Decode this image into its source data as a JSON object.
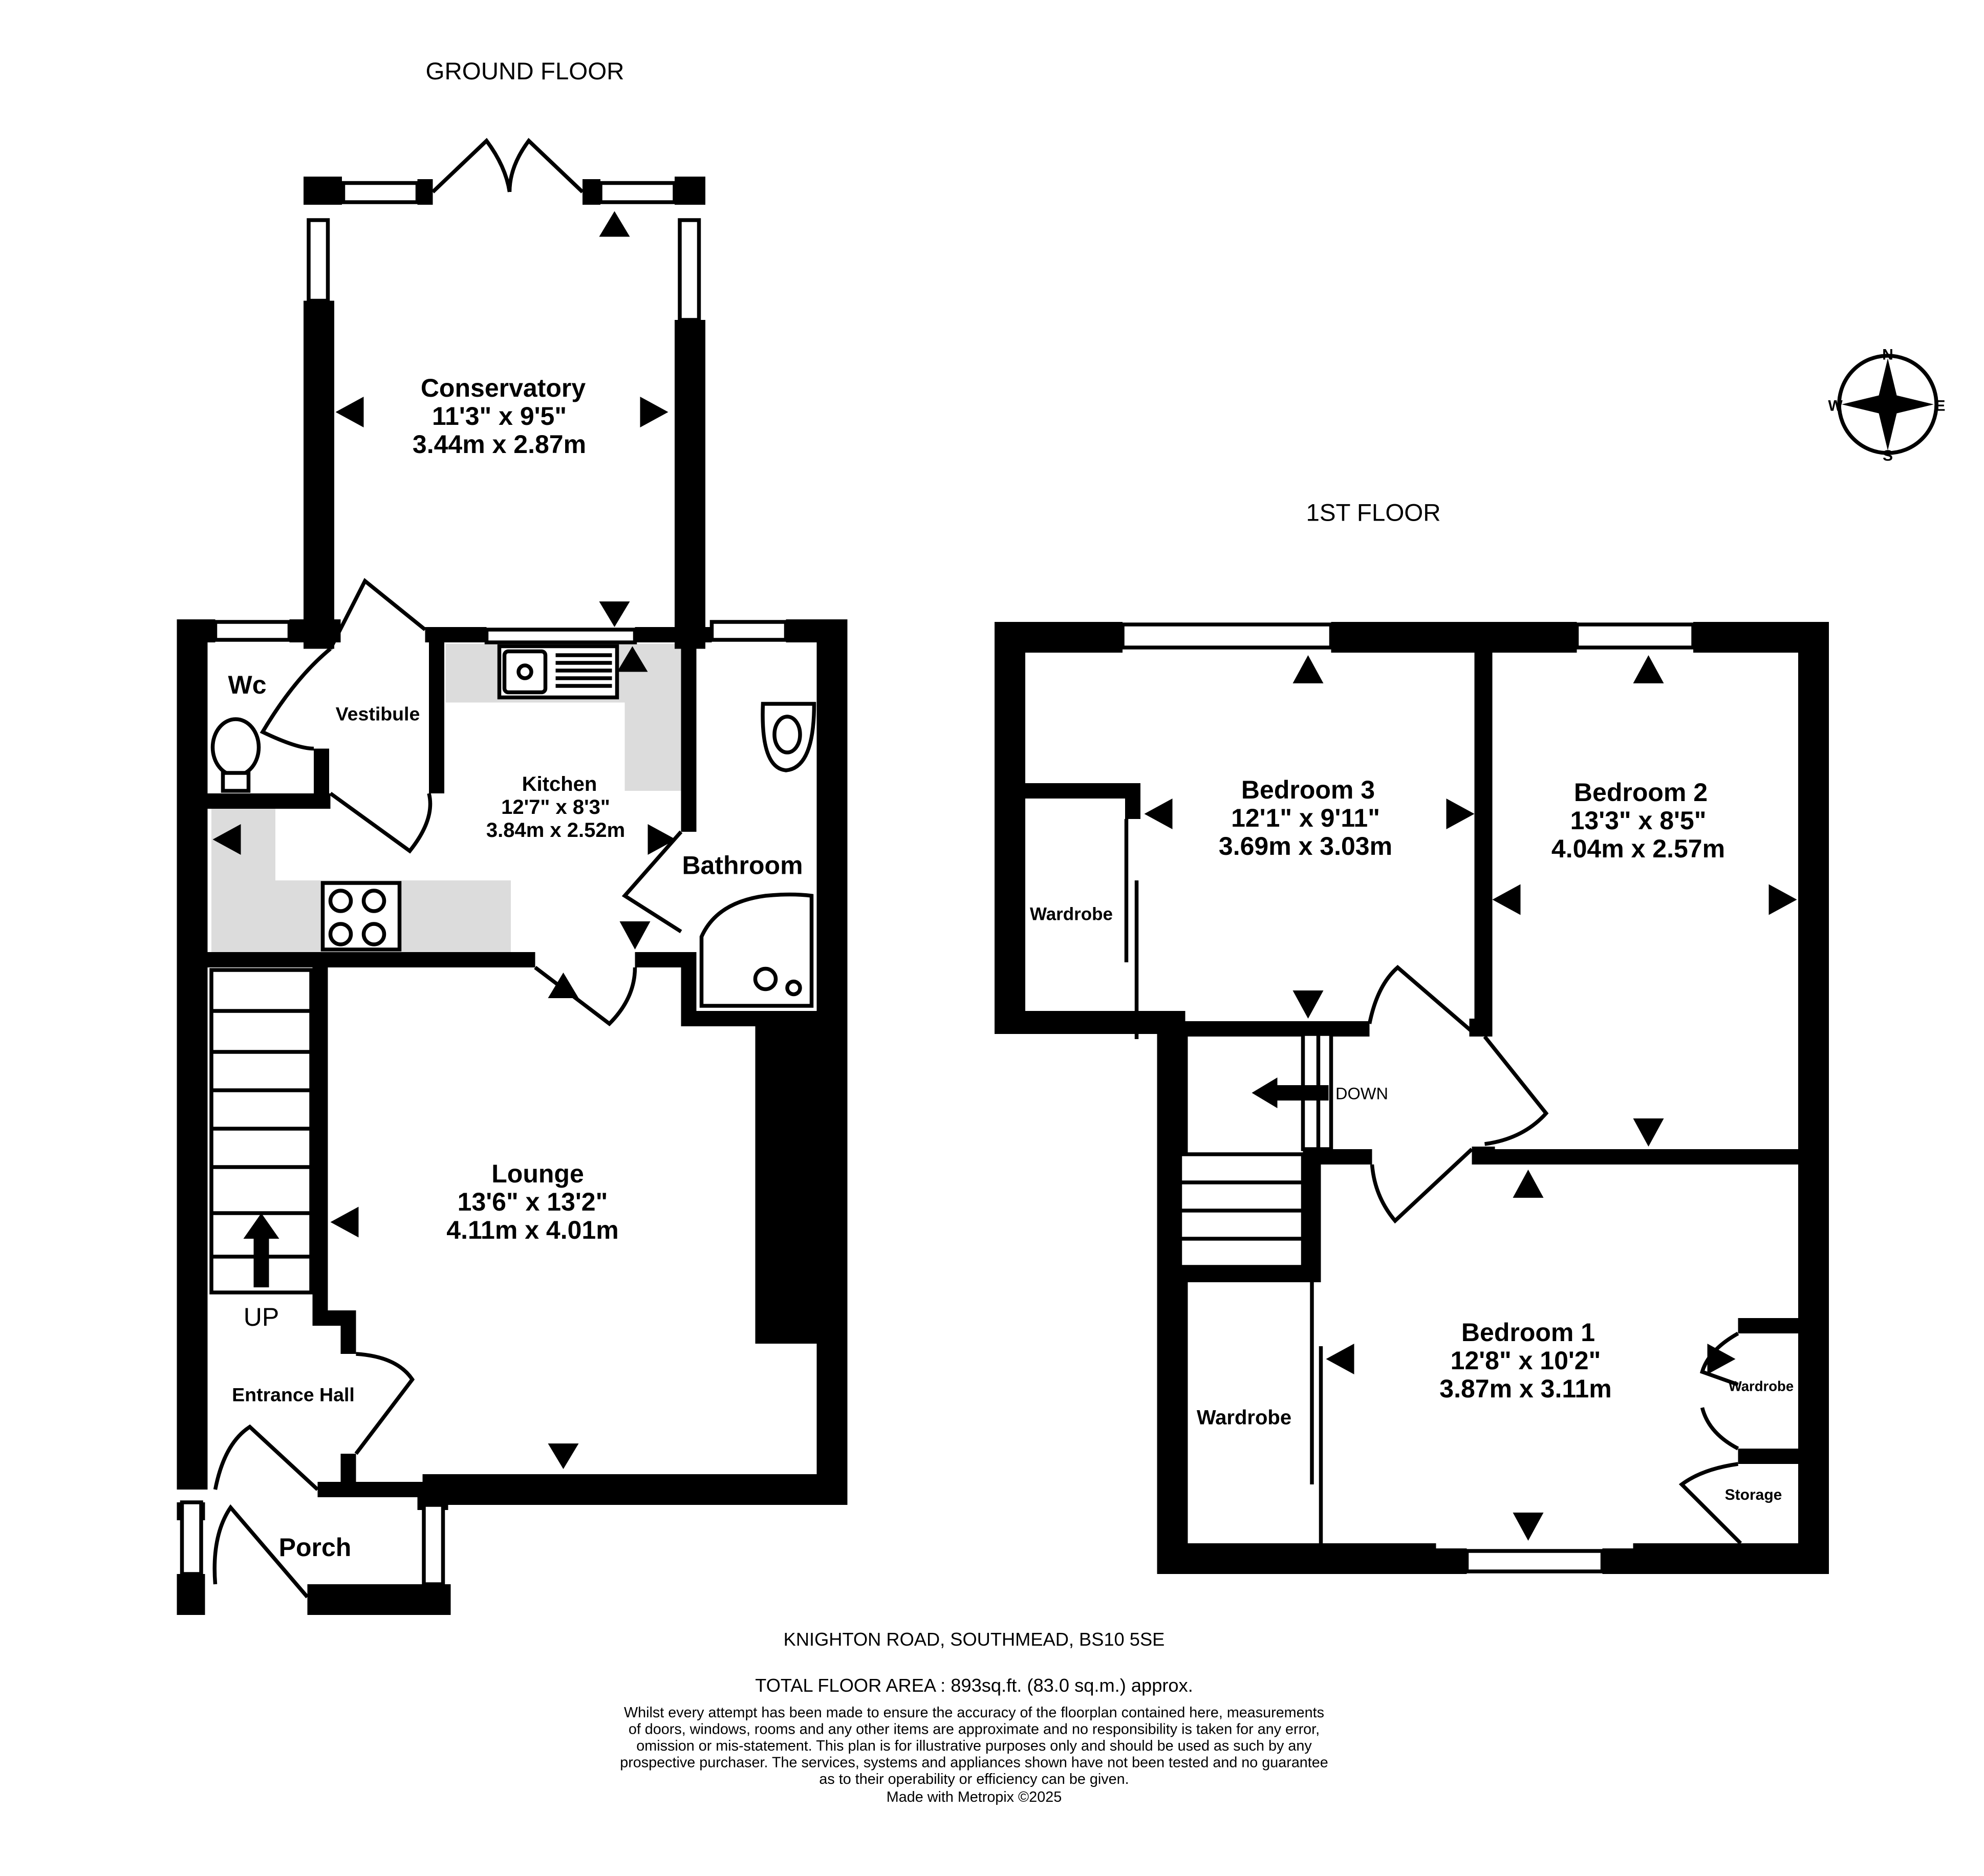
{
  "floors": {
    "ground": {
      "title": "GROUND FLOOR",
      "rooms": {
        "conservatory": {
          "name": "Conservatory",
          "dim_imperial": "11'3\"  x 9'5\"",
          "dim_metric": "3.44m  x 2.87m"
        },
        "kitchen": {
          "name": "Kitchen",
          "dim_imperial": "12'7\"  x 8'3\"",
          "dim_metric": "3.84m  x 2.52m"
        },
        "lounge": {
          "name": "Lounge",
          "dim_imperial": "13'6\"  x 13'2\"",
          "dim_metric": "4.11m  x 4.01m"
        },
        "wc": {
          "name": "Wc"
        },
        "vestibule": {
          "name": "Vestibule"
        },
        "bathroom": {
          "name": "Bathroom"
        },
        "entrance_hall": {
          "name": "Entrance Hall"
        },
        "porch": {
          "name": "Porch"
        }
      },
      "stairs_label": "UP"
    },
    "first": {
      "title": "1ST FLOOR",
      "rooms": {
        "bedroom3": {
          "name": "Bedroom 3",
          "dim_imperial": "12'1\"  x 9'11\"",
          "dim_metric": "3.69m  x 3.03m"
        },
        "bedroom2": {
          "name": "Bedroom 2",
          "dim_imperial": "13'3\"  x 8'5\"",
          "dim_metric": "4.04m  x 2.57m"
        },
        "bedroom1": {
          "name": "Bedroom 1",
          "dim_imperial": "12'8\"  x 10'2\"",
          "dim_metric": "3.87m  x 3.11m"
        },
        "wardrobe_b3": {
          "name": "Wardrobe"
        },
        "wardrobe_landing": {
          "name": "Wardrobe"
        },
        "wardrobe_b1": {
          "name": "Wardrobe"
        },
        "storage": {
          "name": "Storage"
        }
      },
      "stairs_label": "DOWN"
    }
  },
  "compass": {
    "n": "N",
    "e": "E",
    "s": "S",
    "w": "W"
  },
  "footer": {
    "address": "KNIGHTON ROAD, SOUTHMEAD, BS10 5SE",
    "total_area": "TOTAL FLOOR AREA : 893sq.ft. (83.0 sq.m.) approx.",
    "disclaimer": [
      "Whilst every attempt has been made to ensure the accuracy of the floorplan contained here, measurements",
      "of doors, windows, rooms and any other items are approximate and no responsibility is taken for any error,",
      "omission or mis-statement. This plan is for illustrative purposes only and should be used as such by any",
      "prospective purchaser. The services, systems and appliances shown have not been tested and no guarantee",
      "as to their operability or efficiency can be given."
    ],
    "credit": "Made with Metropix ©2025"
  }
}
